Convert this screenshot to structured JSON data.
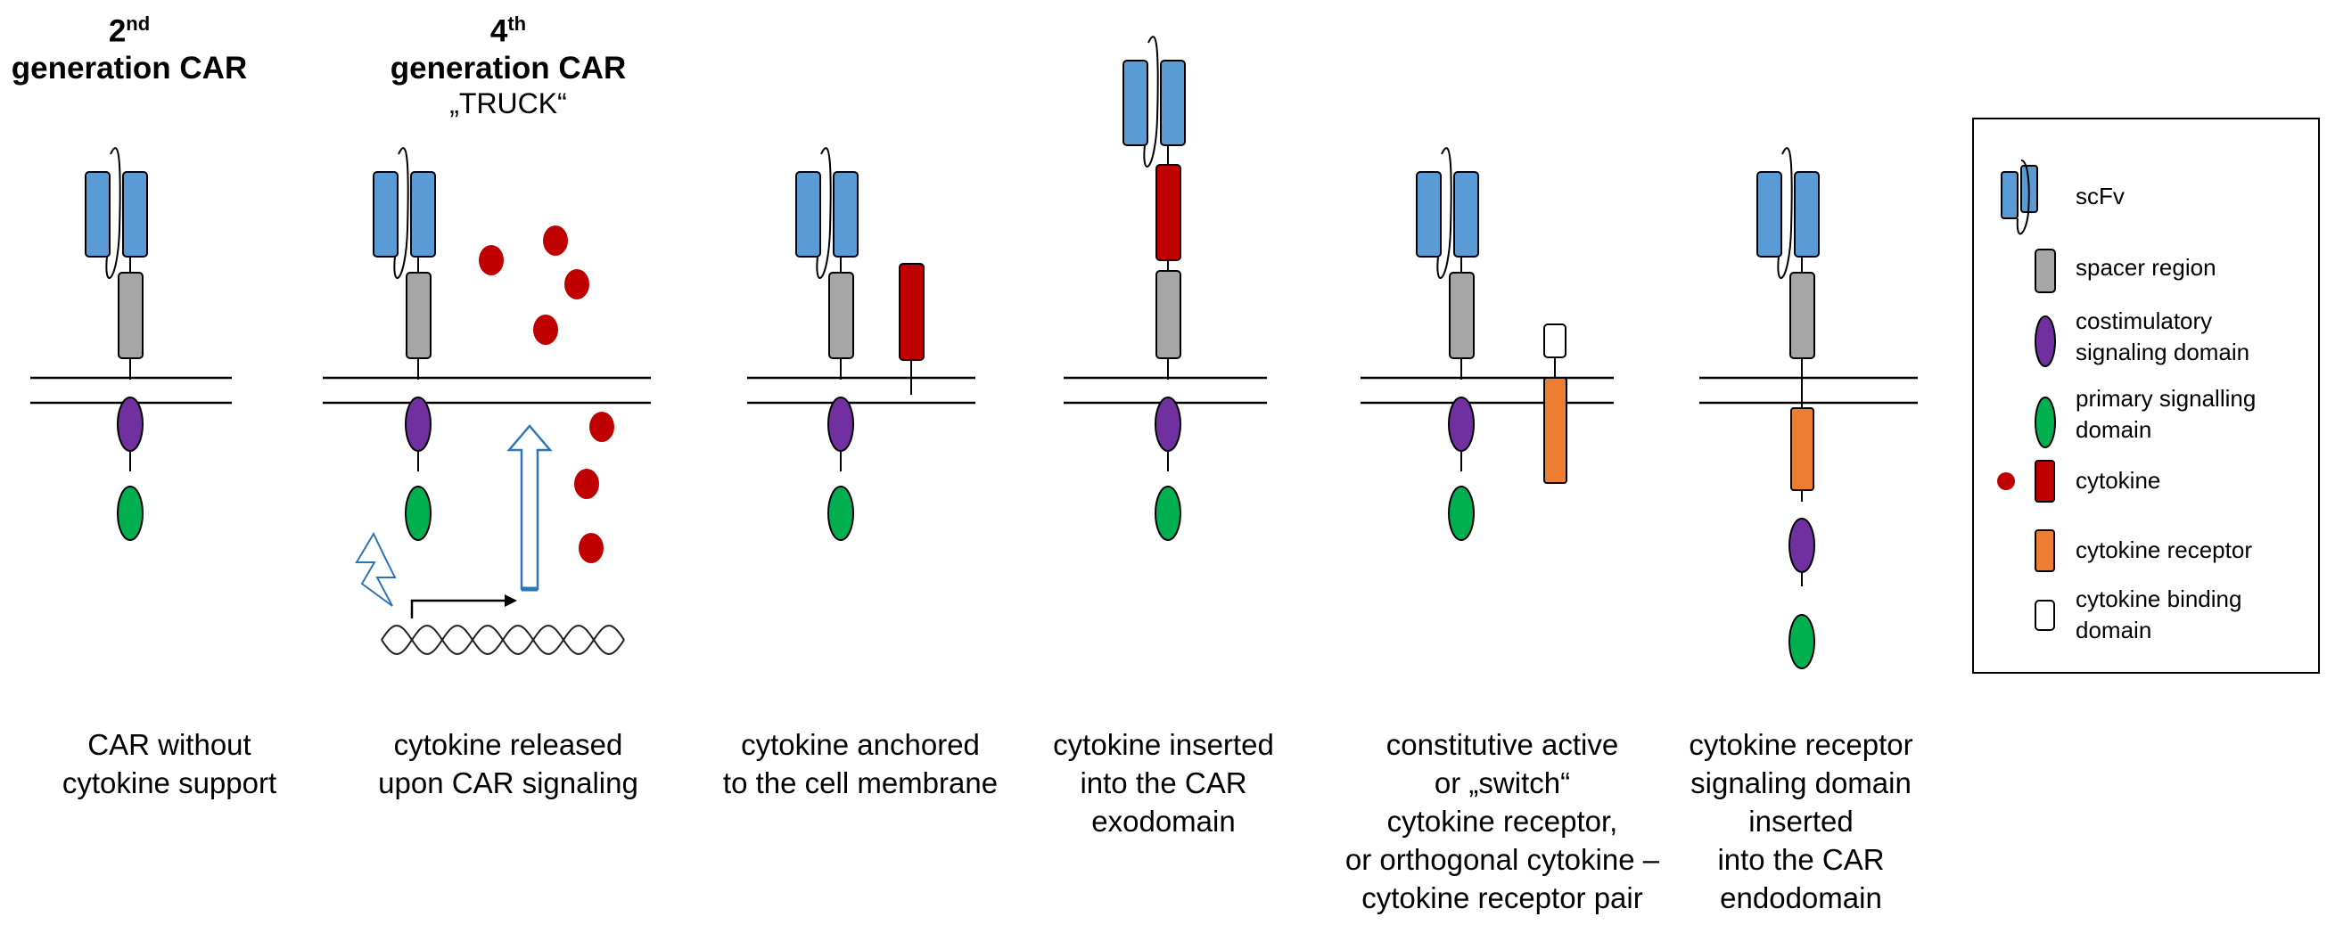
{
  "headers": {
    "h1": {
      "num": "2",
      "sup": "nd",
      "line2": "generation CAR"
    },
    "h2": {
      "num": "4",
      "sup": "th",
      "line2": "generation CAR",
      "sub": "„TRUCK“"
    }
  },
  "captions": [
    [
      "CAR without",
      "cytokine support"
    ],
    [
      "cytokine released",
      "upon CAR signaling"
    ],
    [
      "cytokine anchored",
      "to the cell membrane"
    ],
    [
      "cytokine inserted",
      "into the CAR",
      "exodomain"
    ],
    [
      "constitutive active",
      "or „switch“",
      "cytokine receptor,",
      "or orthogonal cytokine –",
      "cytokine receptor pair"
    ],
    [
      "cytokine receptor",
      "signaling domain",
      "inserted",
      "into the CAR",
      "endodomain"
    ]
  ],
  "legend": [
    {
      "icon": "scfv",
      "label": [
        "scFv"
      ]
    },
    {
      "icon": "spacer",
      "label": [
        "spacer region"
      ]
    },
    {
      "icon": "costim",
      "label": [
        "costimulatory",
        "signaling domain"
      ]
    },
    {
      "icon": "primary",
      "label": [
        "primary signalling",
        "domain"
      ]
    },
    {
      "icon": "cytokine",
      "label": [
        "cytokine"
      ]
    },
    {
      "icon": "receptor",
      "label": [
        "cytokine receptor"
      ]
    },
    {
      "icon": "binding",
      "label": [
        "cytokine binding",
        "domain"
      ]
    }
  ],
  "colors": {
    "scfv": "#5b9bd5",
    "spacer": "#a6a6a6",
    "costim": "#7030a0",
    "primary": "#00b050",
    "cytokine": "#c00000",
    "receptor": "#ed7d31",
    "binding": "#ffffff",
    "gene_arrow": "#2e75b6"
  }
}
